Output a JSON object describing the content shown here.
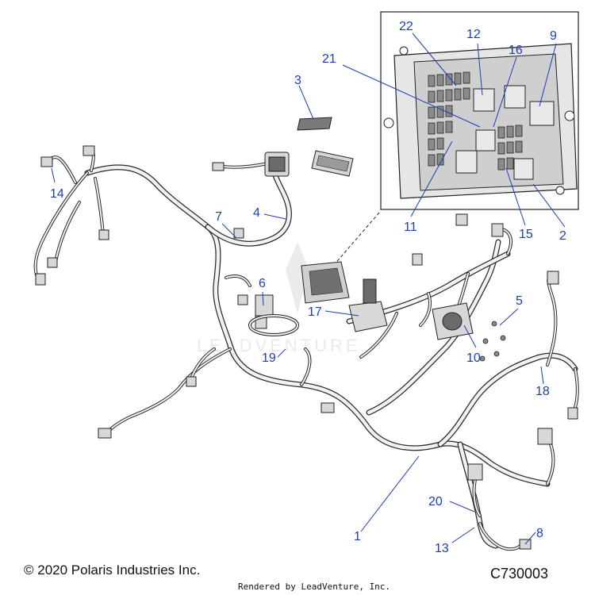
{
  "callouts": {
    "c1": "1",
    "c2": "2",
    "c3": "3",
    "c4": "4",
    "c5": "5",
    "c6": "6",
    "c7": "7",
    "c8": "8",
    "c9": "9",
    "c10": "10",
    "c11": "11",
    "c12": "12",
    "c13": "13",
    "c14": "14",
    "c15": "15",
    "c16": "16",
    "c17": "17",
    "c18": "18",
    "c19": "19",
    "c20": "20",
    "c21": "21",
    "c22": "22"
  },
  "watermark_text": "LEADVENTURE",
  "footer": {
    "copyright": "© 2020 Polaris Industries Inc.",
    "diagram_id": "C730003",
    "credit": "Rendered by LeadVenture, Inc."
  },
  "colors": {
    "callout": "#1a3fb0",
    "line_art": "#222222",
    "part_fill": "#d8d8d8"
  }
}
